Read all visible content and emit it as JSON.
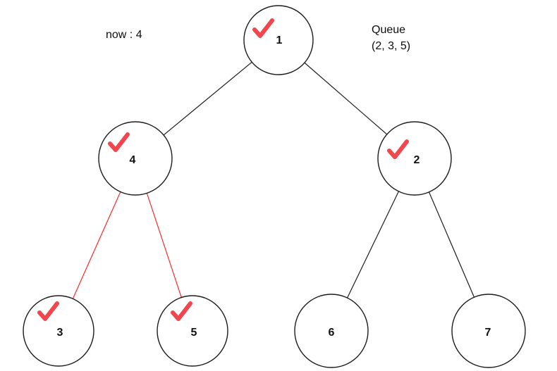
{
  "annotations": {
    "now_label": "now : 4",
    "queue_title": "Queue",
    "queue_items": "(2, 3, 5)"
  },
  "tree": {
    "type": "binary-tree-bfs",
    "nodes": [
      {
        "id": "1",
        "label": "1",
        "visited": true
      },
      {
        "id": "4",
        "label": "4",
        "visited": true
      },
      {
        "id": "2",
        "label": "2",
        "visited": true
      },
      {
        "id": "3",
        "label": "3",
        "visited": true
      },
      {
        "id": "5",
        "label": "5",
        "visited": true
      },
      {
        "id": "6",
        "label": "6",
        "visited": false
      },
      {
        "id": "7",
        "label": "7",
        "visited": false
      }
    ],
    "edges": [
      {
        "from": "1",
        "to": "4",
        "highlighted": false
      },
      {
        "from": "1",
        "to": "2",
        "highlighted": false
      },
      {
        "from": "4",
        "to": "3",
        "highlighted": true
      },
      {
        "from": "4",
        "to": "5",
        "highlighted": true
      },
      {
        "from": "2",
        "to": "6",
        "highlighted": false
      },
      {
        "from": "2",
        "to": "7",
        "highlighted": false
      }
    ]
  },
  "colors": {
    "edge_black": "#1c1c1c",
    "edge_red": "#fd2b2b",
    "check_red": "#f2464e"
  }
}
